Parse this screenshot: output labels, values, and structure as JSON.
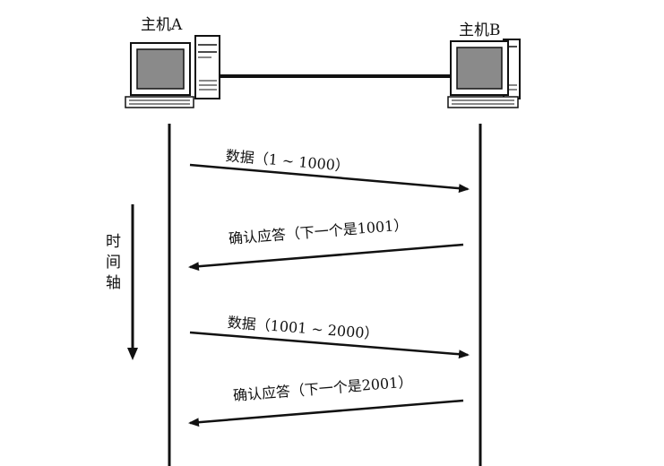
{
  "hosts": {
    "a_label": "主机A",
    "b_label": "主机B"
  },
  "time_axis": {
    "chars": [
      "时",
      "间",
      "轴"
    ]
  },
  "messages": [
    {
      "label": "数据（1 ~ 1000）",
      "direction": "A-to-B"
    },
    {
      "label": "确认应答（下一个是1001）",
      "direction": "B-to-A"
    },
    {
      "label": "数据（1001 ~ 2000）",
      "direction": "A-to-B"
    },
    {
      "label": "确认应答（下一个是2001）",
      "direction": "B-to-A"
    }
  ],
  "colors": {
    "ink": "#111111",
    "screen": "#8a8a8a",
    "background": "#ffffff"
  }
}
